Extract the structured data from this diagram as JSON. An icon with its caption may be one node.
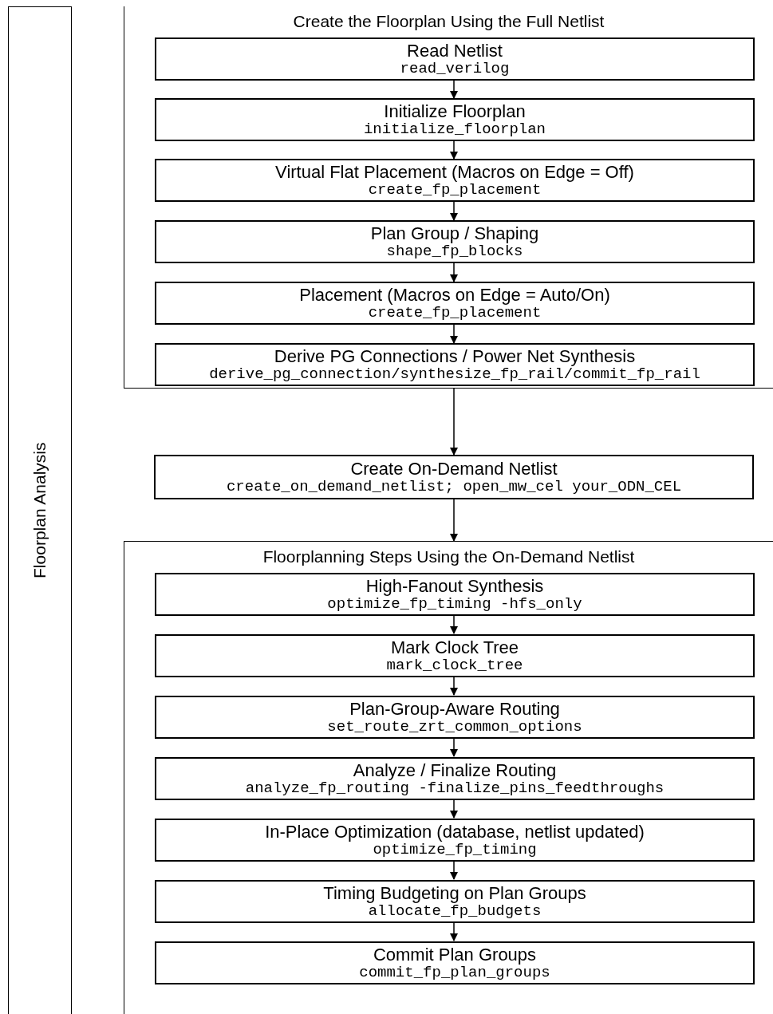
{
  "diagram": {
    "nodes": [
      {
        "text": [
          "Floorplan Analysis"
        ]
      },
      {
        "text": [
          "Create the Floorplan Using the Full Netlist"
        ]
      },
      {
        "text": [
          "Read Netlist",
          "read_verilog"
        ],
        "in": 1
      },
      {
        "text": [
          "Initialize Floorplan",
          "initialize_floorplan"
        ],
        "in": 1
      },
      {
        "text": [
          "Virtual Flat Placement (Macros on Edge = Off)",
          "create_fp_placement"
        ],
        "in": 1
      },
      {
        "text": [
          "Plan Group / Shaping",
          "shape_fp_blocks"
        ],
        "in": 1
      },
      {
        "text": [
          "Placement (Macros on Edge = Auto/On)",
          "create_fp_placement"
        ],
        "in": 1
      },
      {
        "text": [
          "Derive PG Connections / Power Net Synthesis",
          "derive_pg_connection/synthesize_fp_rail/commit_fp_rail"
        ],
        "in": 1
      },
      {
        "text": [
          "Create On-Demand Netlist",
          "create_on_demand_netlist; open_mw_cel your_ODN_CEL"
        ]
      },
      {
        "text": [
          "Floorplanning Steps Using the On-Demand Netlist"
        ]
      },
      {
        "text": [
          "High-Fanout Synthesis",
          "optimize_fp_timing -hfs_only"
        ],
        "in": 9
      },
      {
        "text": [
          "Mark Clock Tree",
          "mark_clock_tree"
        ],
        "in": 9
      },
      {
        "text": [
          "Plan-Group-Aware Routing",
          "set_route_zrt_common_options"
        ],
        "in": 9
      },
      {
        "text": [
          "Analyze / Finalize Routing",
          "analyze_fp_routing -finalize_pins_feedthroughs"
        ],
        "in": 9
      },
      {
        "text": [
          "In-Place Optimization (database, netlist updated)",
          "optimize_fp_timing"
        ],
        "in": 9
      },
      {
        "text": [
          "Timing Budgeting on Plan Groups",
          "allocate_fp_budgets"
        ],
        "in": 9
      },
      {
        "text": [
          "Commit Plan Groups",
          "commit_fp_plan_groups"
        ],
        "in": 9
      }
    ],
    "edges": [
      {
        "from": 2,
        "to": 3,
        "arrow": "to"
      },
      {
        "from": 3,
        "to": 4,
        "arrow": "to"
      },
      {
        "from": 4,
        "to": 5,
        "arrow": "to"
      },
      {
        "from": 5,
        "to": 6,
        "arrow": "to"
      },
      {
        "from": 6,
        "to": 7,
        "arrow": "to"
      },
      {
        "from": 1,
        "to": 8,
        "arrow": "to"
      },
      {
        "from": 8,
        "to": 9,
        "arrow": "to"
      },
      {
        "from": 10,
        "to": 11,
        "arrow": "to"
      },
      {
        "from": 11,
        "to": 12,
        "arrow": "to"
      },
      {
        "from": 12,
        "to": 13,
        "arrow": "to"
      },
      {
        "from": 13,
        "to": 14,
        "arrow": "to"
      },
      {
        "from": 14,
        "to": 15,
        "arrow": "to"
      },
      {
        "from": 15,
        "to": 16,
        "arrow": "to"
      }
    ]
  }
}
